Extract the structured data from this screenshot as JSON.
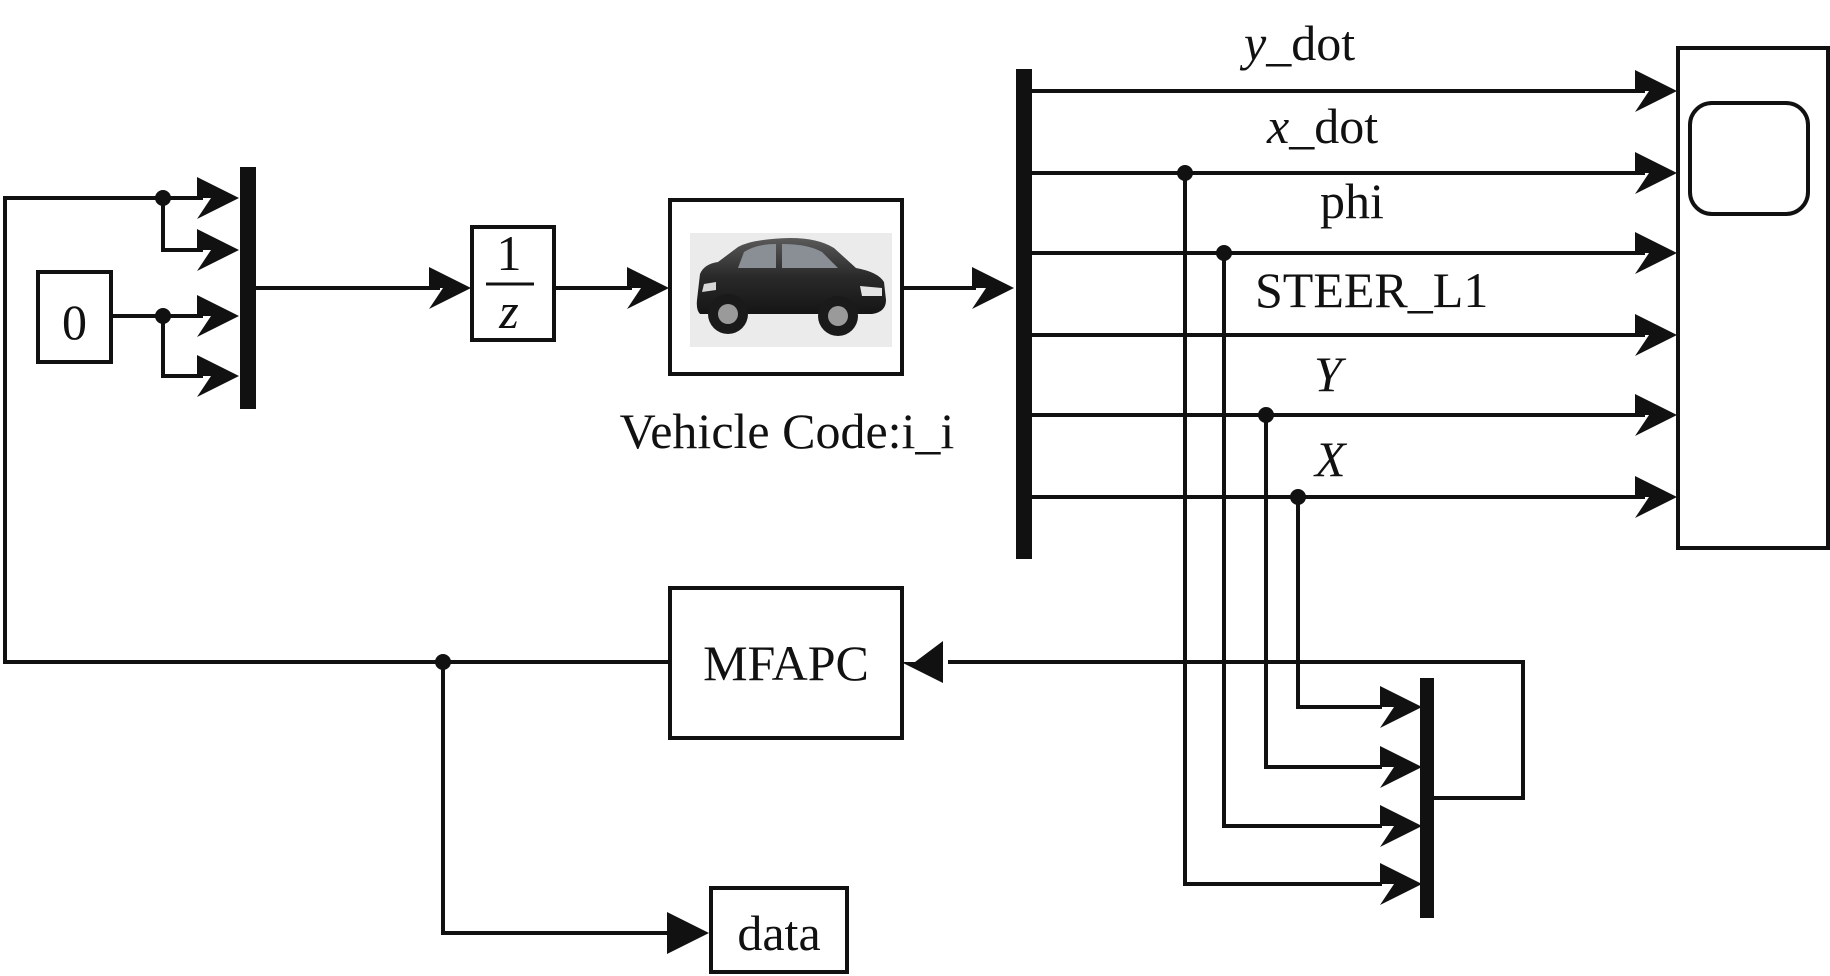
{
  "blocks": {
    "constant_value": "0",
    "unit_delay_numerator": "1",
    "unit_delay_denominator": "z",
    "vehicle_label": "Vehicle Code:i_i",
    "controller_label": "MFAPC",
    "output_label": "data"
  },
  "signals": [
    {
      "label": "y_dot",
      "prefix": "y",
      "suffix": "_dot",
      "italic_prefix": true
    },
    {
      "label": "x_dot",
      "prefix": "x",
      "suffix": "_dot",
      "italic_prefix": true
    },
    {
      "label": "phi",
      "prefix": "",
      "suffix": "phi",
      "italic_prefix": false
    },
    {
      "label": "STEER_L1",
      "prefix": "",
      "suffix": "STEER_L1",
      "italic_prefix": false
    },
    {
      "label": "Y",
      "prefix": "Y",
      "suffix": "",
      "italic_prefix": true
    },
    {
      "label": "X",
      "prefix": "X",
      "suffix": "",
      "italic_prefix": true
    }
  ],
  "icons": {
    "vehicle": "car-icon",
    "scope": "scope-screen-icon"
  }
}
